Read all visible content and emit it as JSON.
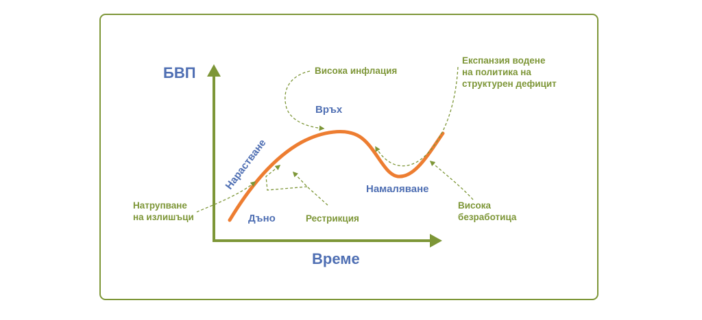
{
  "colors": {
    "frame": "#7d9637",
    "axis": "#7d9637",
    "curve": "#ed7d31",
    "phase_label": "#4f6fb3",
    "annotation": "#7d9637"
  },
  "axes": {
    "y_label": "БВП",
    "x_label": "Време"
  },
  "phases": {
    "growth": "Нарастване",
    "peak": "Връх",
    "decline": "Намаляване",
    "trough": "Дъно"
  },
  "annotations": {
    "high_inflation": "Висока инфлация",
    "expansion": [
      "Експанзия водене",
      "на политика на",
      "структурен дефицит"
    ],
    "surplus": [
      "Натрупване",
      "на излишъци"
    ],
    "restriction": "Рестрикция",
    "unemployment": [
      "Висока",
      "безработица"
    ]
  }
}
